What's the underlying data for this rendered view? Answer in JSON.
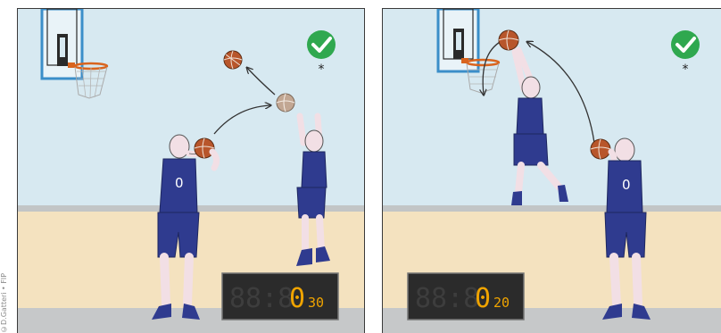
{
  "credit": "©D.Gatteri • FIP",
  "colors": {
    "wall": "#d7e9f1",
    "floor": "#f4e2bf",
    "baseline": "#c2c5c6",
    "jersey": "#2f3b8f",
    "skin": "#f2dfe5",
    "ball": "#b8562b",
    "check": "#2fa84f",
    "scoreboard_bg": "#2b2b2b",
    "digit_on": "#f0a400"
  },
  "panels": [
    {
      "id": "left",
      "check_icon": "check-circle-icon",
      "asterisk": "*",
      "jersey_number": "0",
      "scoreboard": {
        "dim_digits": "88:8",
        "lit_digit": "0",
        "small_digits": "30"
      }
    },
    {
      "id": "right",
      "check_icon": "check-circle-icon",
      "asterisk": "*",
      "jersey_number": "0",
      "scoreboard": {
        "dim_digits": "88:8",
        "lit_digit": "0",
        "small_digits": "20"
      }
    }
  ]
}
